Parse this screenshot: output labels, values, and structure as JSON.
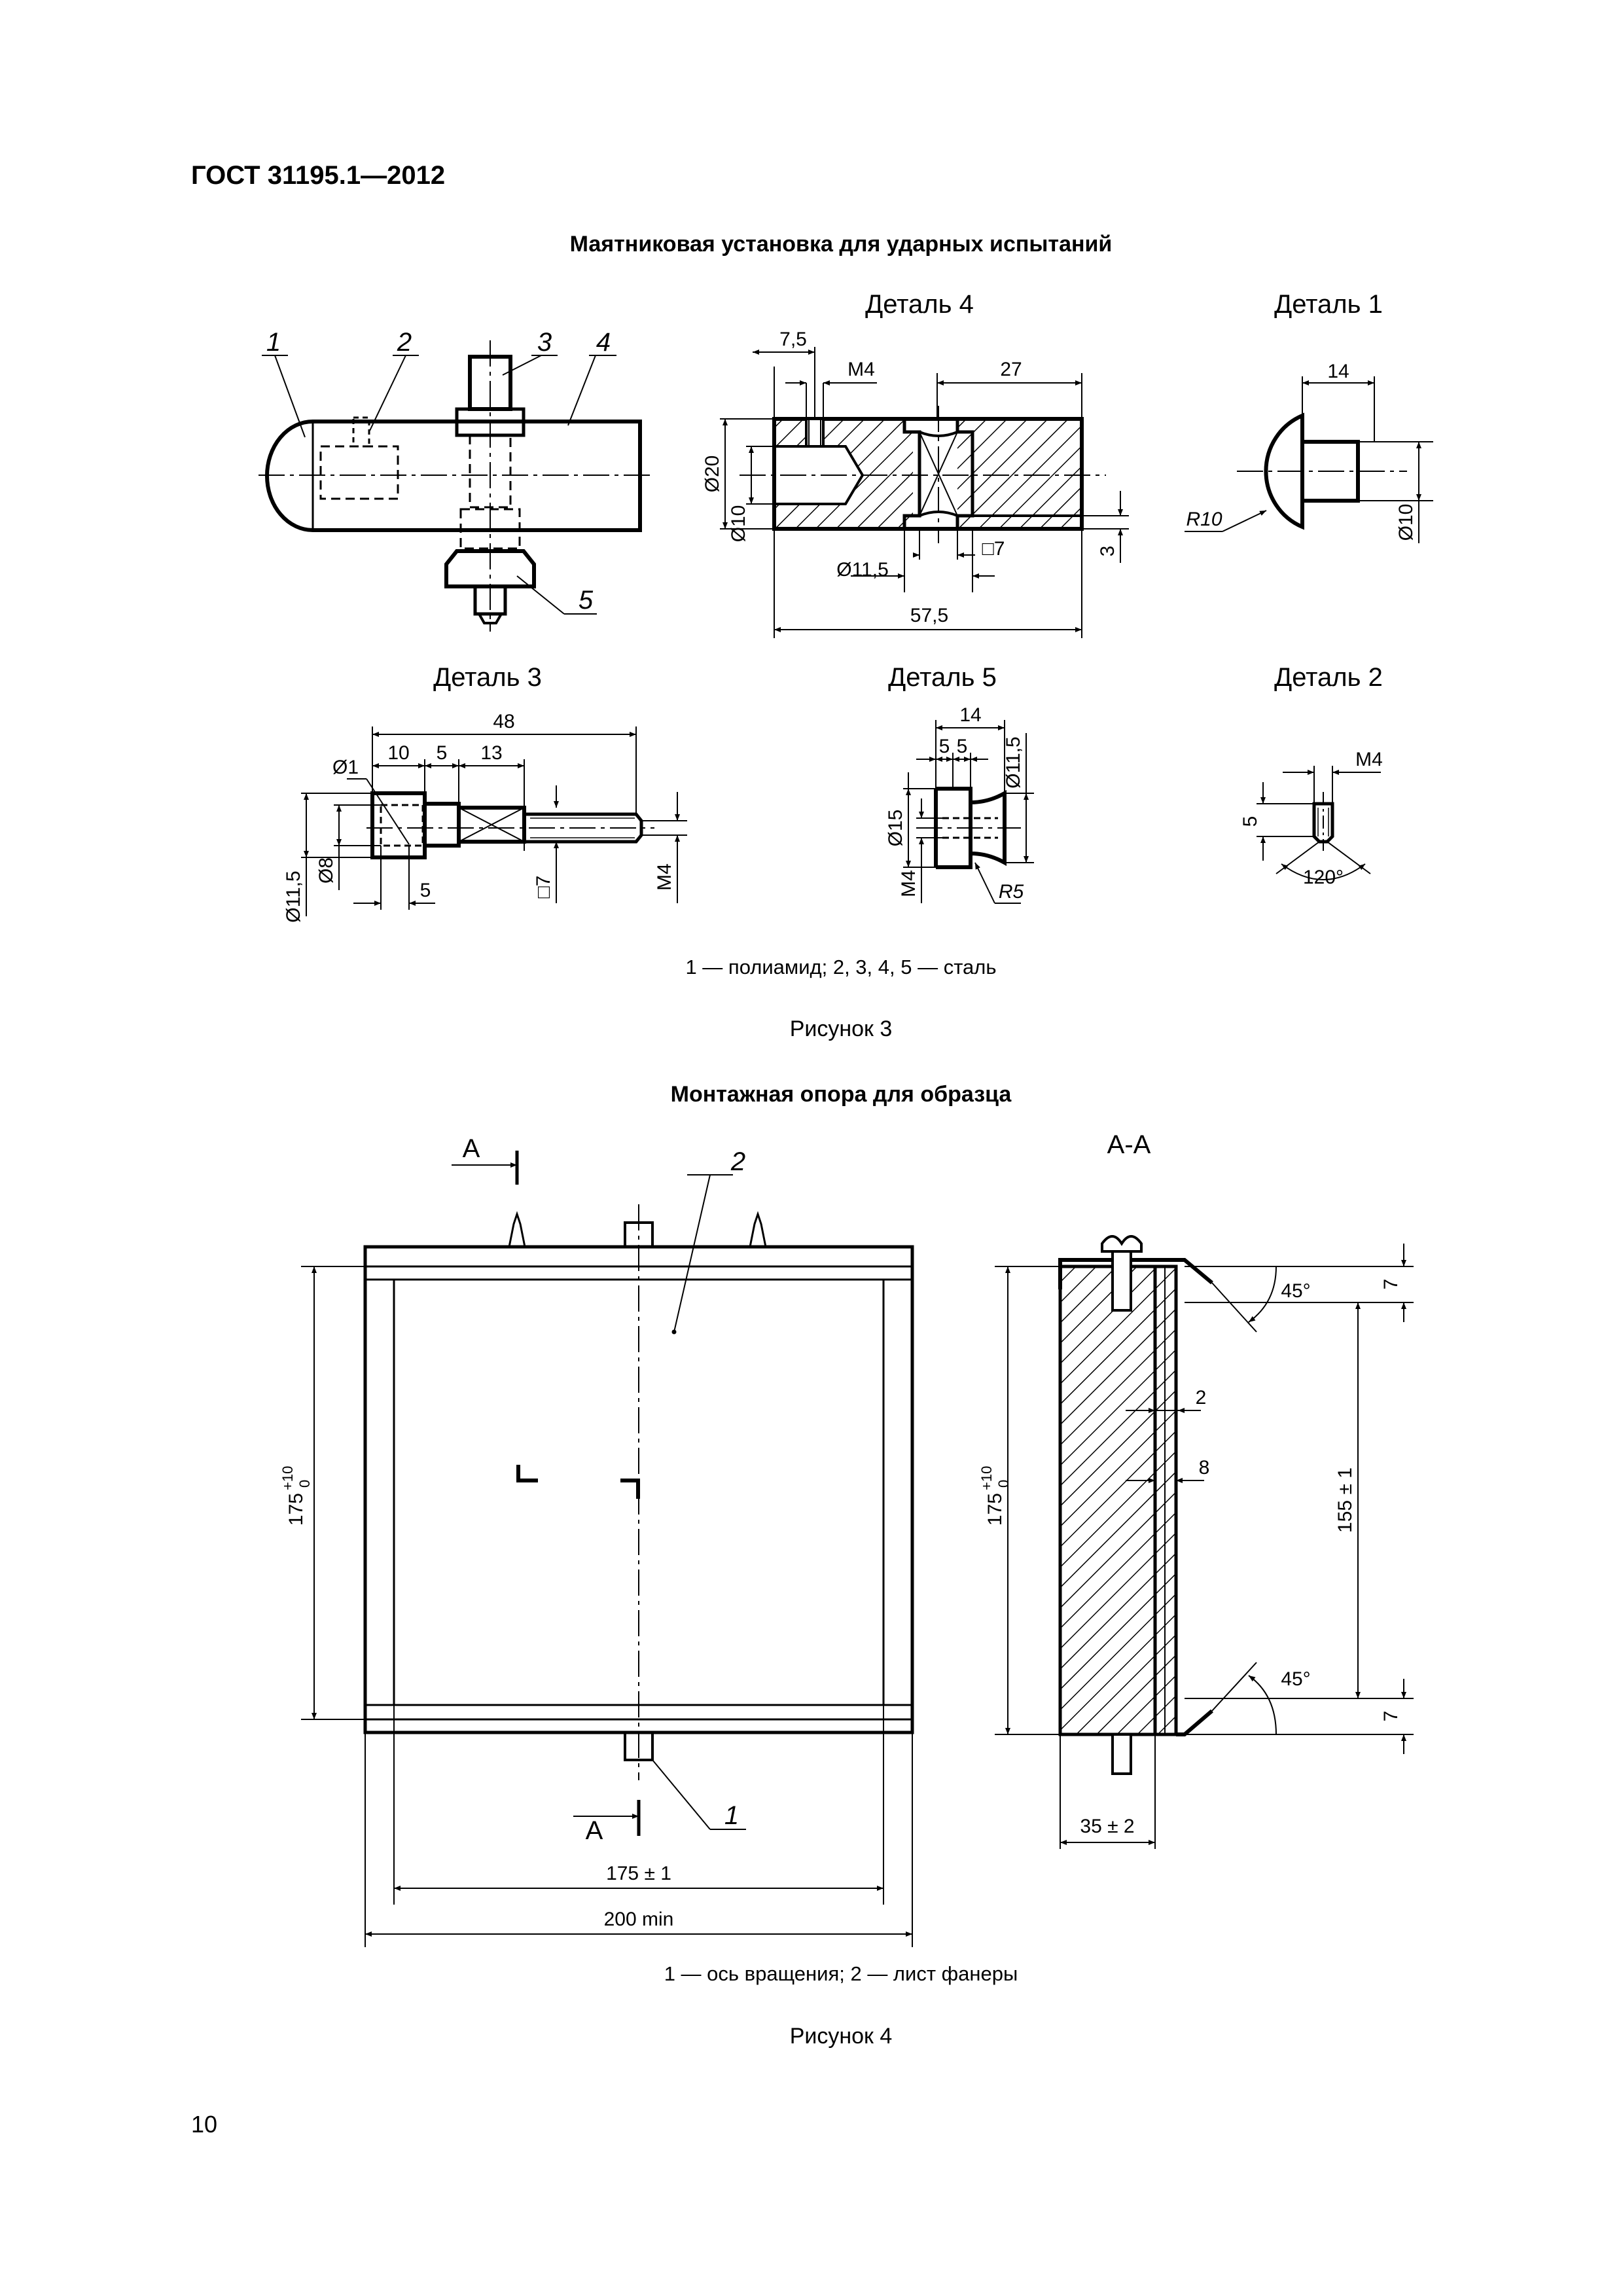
{
  "header": {
    "doc_code": "ГОСТ  31195.1—2012"
  },
  "figure3": {
    "title": "Маятниковая установка для ударных испытаний",
    "detail_titles": {
      "d1": "Деталь 1",
      "d2": "Деталь 2",
      "d3": "Деталь 3",
      "d4": "Деталь 4",
      "d5": "Деталь 5"
    },
    "callouts": [
      "1",
      "2",
      "3",
      "4",
      "5"
    ],
    "dims_d4": [
      "7,5",
      "M4",
      "27",
      "Ø20",
      "Ø10",
      "Ø11,5",
      "□7",
      "3",
      "57,5"
    ],
    "dims_d1": [
      "14",
      "R10",
      "Ø10"
    ],
    "dims_d3": [
      "48",
      "10",
      "5",
      "13",
      "Ø1",
      "Ø11,5",
      "Ø8",
      "5",
      "□7",
      "M4"
    ],
    "dims_d5": [
      "14",
      "5",
      "5",
      "Ø11,5",
      "Ø15",
      "M4",
      "R5"
    ],
    "dims_d2": [
      "M4",
      "5",
      "120°"
    ],
    "legend": "1 — полиамид; 2, 3, 4, 5 — сталь",
    "caption": "Рисунок 3"
  },
  "figure4": {
    "title": "Монтажная опора для образца",
    "section_label": "А-А",
    "section_marks": [
      "А",
      "А"
    ],
    "callouts": [
      "1",
      "2"
    ],
    "dims_front": [
      "175",
      "+10",
      "0",
      "175 ± 1",
      "200 min"
    ],
    "dims_section": [
      "175",
      "+10",
      "0",
      "7",
      "45°",
      "2",
      "8",
      "155 ± 1",
      "45°",
      "7",
      "35 ± 2"
    ],
    "legend": "1 — ось вращения; 2 — лист фанеры",
    "caption": "Рисунок 4"
  },
  "footer": {
    "page_number": "10"
  }
}
